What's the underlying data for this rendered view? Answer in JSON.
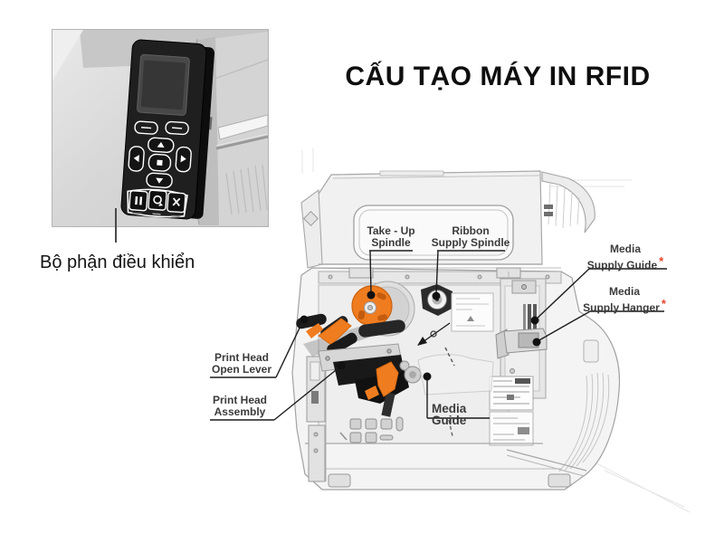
{
  "title": "CẤU TẠO MÁY IN RFID",
  "inset": {
    "caption": "Bộ phận điều khiển",
    "panel_icons": [
      "lcd-screen",
      "softkey-left",
      "softkey-right",
      "up-arrow",
      "left-arrow",
      "ok",
      "right-arrow",
      "down-arrow",
      "pause",
      "feed",
      "cancel"
    ]
  },
  "diagram": {
    "take_up_spindle": {
      "line1": "Take - Up",
      "line2": "Spindle"
    },
    "ribbon_supply_spindle": {
      "line1": "Ribbon",
      "line2": "Supply Spindle"
    },
    "media_supply_guide": {
      "line1": "Media",
      "line2": "Supply Guide",
      "asterisk": "*"
    },
    "media_supply_hanger": {
      "line1": "Media",
      "line2": "Supply Hanger",
      "asterisk": "*"
    },
    "print_head_open_lever": {
      "line1": "Print Head",
      "line2": "Open Lever"
    },
    "print_head_assembly": {
      "line1": "Print Head",
      "line2": "Assembly"
    },
    "media_guide": {
      "line1": "Media Guide"
    }
  },
  "colors": {
    "accent_orange": "#F07C20",
    "asterisk_red": "#E8442E",
    "label_text": "#3B3B3B",
    "leader_line": "#1C1C1C"
  }
}
